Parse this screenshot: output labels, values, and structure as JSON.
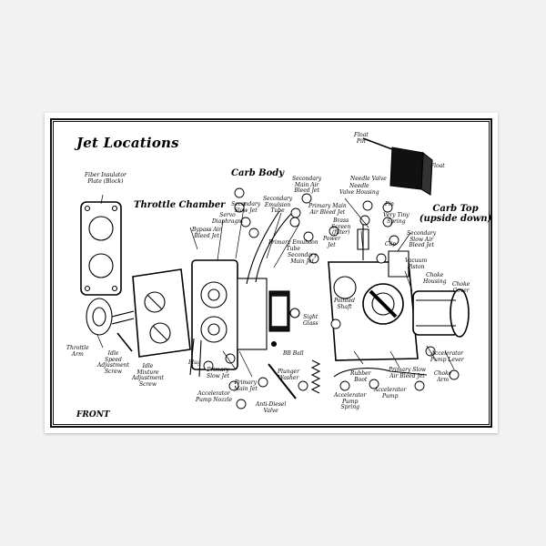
{
  "title": "Jet Locations",
  "front": "FRONT",
  "sections": {
    "throttle_chamber": "Throttle\nChamber",
    "carb_body": "Carb Body",
    "carb_top": "Carb Top\n(upside down)"
  },
  "labels": {
    "fiber_insulator": "Fiber Insulator\nPlate (Block)",
    "throttle_arm": "Throttle\nArm",
    "idle_speed": "Idle\nSpeed\nAdjustment\nScrew",
    "idle_mixture": "Idle\nMixture\nAdjustment\nScrew",
    "plug": "Plug",
    "bypass_air": "Bypass Air\nBleed Jet",
    "servo_diaphragm": "Servo\nDiaphragm",
    "secondary_slow_jet": "Secondary\nSlow Jet",
    "secondary_emulsion": "Secondary\nEmulsion\nTube",
    "secondary_main_air": "Secondary\nMain Air\nBleed Jet",
    "primary_main_air": "Primary Main\nAir Bleed Jet",
    "primary_emulsion": "Primary Emulsion\nTube",
    "brass_screen": "Brass\nScreen\n(filter)",
    "power_jet": "Power\nJet",
    "secondary_main_jet": "Secondary\nMain Jet",
    "sight_glass": "Sight\nGlass",
    "bb_ball": "BB Ball",
    "primary_slow_jet": "Primary\nSlow Jet",
    "accel_nozzle": "Accelerator\nPump Nozzle",
    "primary_main_jet": "Primary\nMain Jet",
    "plunger_washer": "Plunger\nWasher",
    "anti_diesel": "Anti-Diesel\nValve",
    "accel_spring": "Accelerator\nPump\nSpring",
    "float_pin": "Float\nPin",
    "float": "Float",
    "needle_valve": "Needle Valve",
    "needle_valve_housing": "Needle\nValve Housing",
    "pin": "Pin",
    "very_tiny_spring": "Very Tiny\nSpring",
    "clip": "Clip",
    "secondary_slow_air": "Secondary\nSlow Air\nBleed Jet",
    "vacuum_piston": "Vacuum\nPiston",
    "pointed_shaft": "Pointed\nShaft",
    "choke_housing": "Choke\nHousing",
    "choke_cover": "Choke\nCover",
    "rubber_boot": "Rubber\nBoot",
    "primary_slow_air": "Primary Slow\nAir Bleed Jet",
    "accel_pump_lever": "Accelerator\nPump Lever",
    "accel_pump": "Accelerator\nPump",
    "choke_arm": "Choke\nArm"
  }
}
